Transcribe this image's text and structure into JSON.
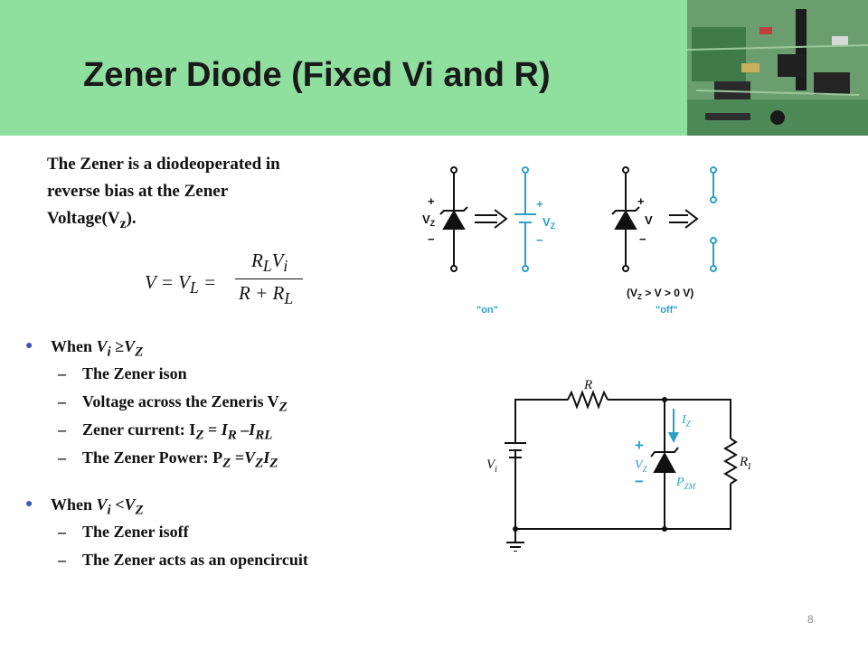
{
  "slide": {
    "title": "Zener Diode (Fixed Vi and R)",
    "intro_lines": [
      "The Zener is a diodeoperated  in",
      "reverse bias at the Zener",
      "Voltage(V",
      "z",
      ")."
    ],
    "formula": {
      "lhs": "V  = V",
      "lhs_sub": "L",
      "eq": " =",
      "num": "R",
      "num_sub": "L",
      "num2": "V",
      "num2_sub": "i",
      "den": "R + R",
      "den_sub": "L"
    },
    "page_number": "8"
  },
  "bullets": [
    {
      "text_pre": "When  ",
      "var1": "V",
      "var1_sub": "i",
      "op": " ≥",
      "var2": "V",
      "var2_sub": "Z",
      "subs": [
        "The Zener ison",
        "Voltage across the Zeneris V",
        "Zener current: I",
        "The Zener Power: P"
      ]
    },
    {
      "text_pre": "When ",
      "var1": "V",
      "var1_sub": "i",
      "op": " <",
      "var2": "V",
      "var2_sub": "Z",
      "subs": [
        "The Zener isoff",
        "The Zener acts as an opencircuit"
      ]
    }
  ],
  "diagram_labels": {
    "vz": "V",
    "vz_sub": "Z",
    "plus": "+",
    "minus": "−",
    "v": "V",
    "on": "\"on\"",
    "off": "\"off\"",
    "condition": "(V",
    "condition_sub": "Z",
    "condition_rest": " > V > 0 V)"
  },
  "circuit_labels": {
    "r": "R",
    "vi": "V",
    "vi_sub": "i",
    "iz": "I",
    "iz_sub": "Z",
    "vz": "V",
    "vz_sub": "Z",
    "pzm": "P",
    "pzm_sub": "ZM",
    "rl": "R",
    "rl_sub": "L",
    "plus": "+",
    "minus": "−"
  },
  "colors": {
    "header": "#8fdf9f",
    "bullet": "#3a57b5",
    "accent_circuit": "#2aa0c8"
  }
}
